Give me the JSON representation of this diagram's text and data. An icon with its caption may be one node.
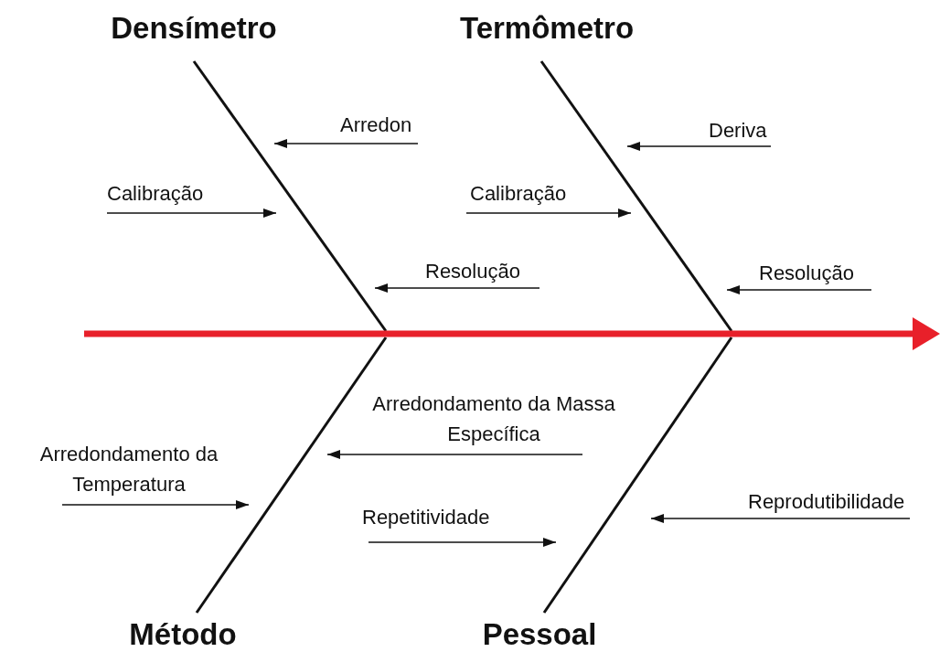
{
  "diagram": {
    "nodes": [
      {
        "text": [
          "Densímetro"
        ]
      },
      {
        "text": [
          "Termômetro"
        ]
      },
      {
        "text": [
          "Arredon"
        ]
      },
      {
        "text": [
          "Deriva"
        ]
      },
      {
        "text": [
          "Calibração"
        ]
      },
      {
        "text": [
          "Calibração"
        ]
      },
      {
        "text": [
          "Resolução"
        ]
      },
      {
        "text": [
          "Resolução"
        ]
      },
      {
        "text": [],
        "shape": "arrow"
      },
      {
        "text": [
          "Arredondamento da Massa Específica"
        ]
      },
      {
        "text": [
          "Arredondamento da Temperatura"
        ]
      },
      {
        "text": [
          "Reprodutibilidade"
        ]
      },
      {
        "text": [
          "Repetitividade"
        ]
      },
      {
        "text": [
          "Método"
        ]
      },
      {
        "text": [
          "Pessoal"
        ]
      }
    ],
    "edges": [
      {
        "from": 0,
        "to": 8,
        "arrow": "none"
      },
      {
        "from": 1,
        "to": 8,
        "arrow": "none"
      },
      {
        "from": 13,
        "to": 8,
        "arrow": "none"
      },
      {
        "from": 14,
        "to": 8,
        "arrow": "none"
      },
      {
        "from": 2,
        "to": null,
        "arrow": "to"
      },
      {
        "from": 3,
        "to": null,
        "arrow": "to"
      },
      {
        "from": 4,
        "to": null,
        "arrow": "to"
      },
      {
        "from": 5,
        "to": null,
        "arrow": "to"
      },
      {
        "from": 6,
        "to": null,
        "arrow": "to"
      },
      {
        "from": 7,
        "to": null,
        "arrow": "to"
      },
      {
        "from": 9,
        "to": null,
        "arrow": "to"
      },
      {
        "from": 10,
        "to": null,
        "arrow": "to"
      },
      {
        "from": 11,
        "to": null,
        "arrow": "to"
      },
      {
        "from": 12,
        "to": null,
        "arrow": "to"
      }
    ]
  }
}
